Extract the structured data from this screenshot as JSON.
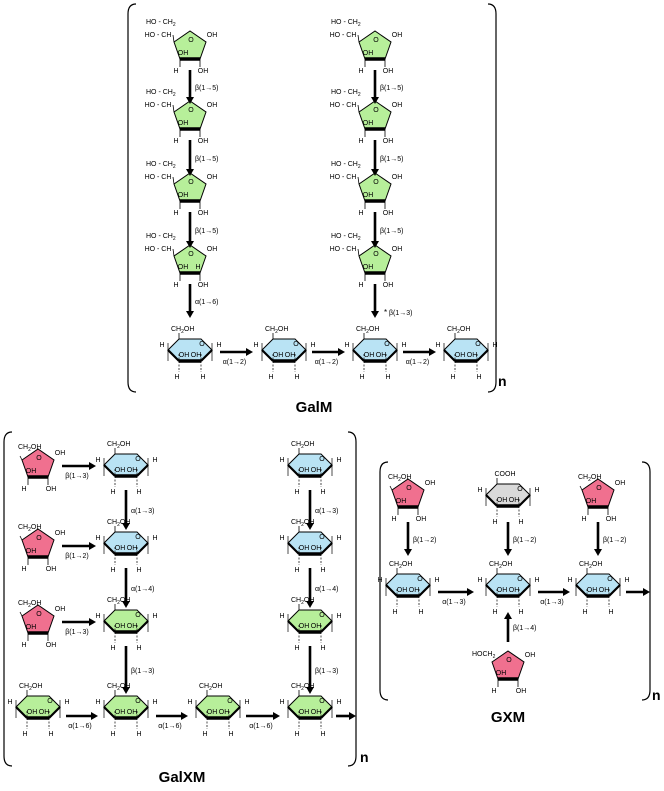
{
  "colors": {
    "galf": "#b7ef9a",
    "galp": "#b7ef9a",
    "manp": "#b9e3f4",
    "xyl": "#f0708f",
    "glca": "#d9d9d9",
    "stroke": "#000000"
  },
  "labels": {
    "galm_title": "GalM",
    "galxm_title": "GalXM",
    "gxm_title": "GXM",
    "repeat_n": "n",
    "ho_ch2": "HO - CH",
    "ho_ch": "HO - CH",
    "ch2oh": "CH",
    "hoch2": "HOCH",
    "cooh": "COOH",
    "oh": "OH",
    "h": "H",
    "o": "O",
    "sub2": "2",
    "star": "*"
  },
  "linkages": {
    "b15": "β(1→5)",
    "b13": "β(1→3)",
    "b12": "β(1→2)",
    "b14": "β(1→4)",
    "a16": "α(1→6)",
    "a12": "α(1→2)",
    "a13": "α(1→3)",
    "a14": "α(1→4)"
  }
}
